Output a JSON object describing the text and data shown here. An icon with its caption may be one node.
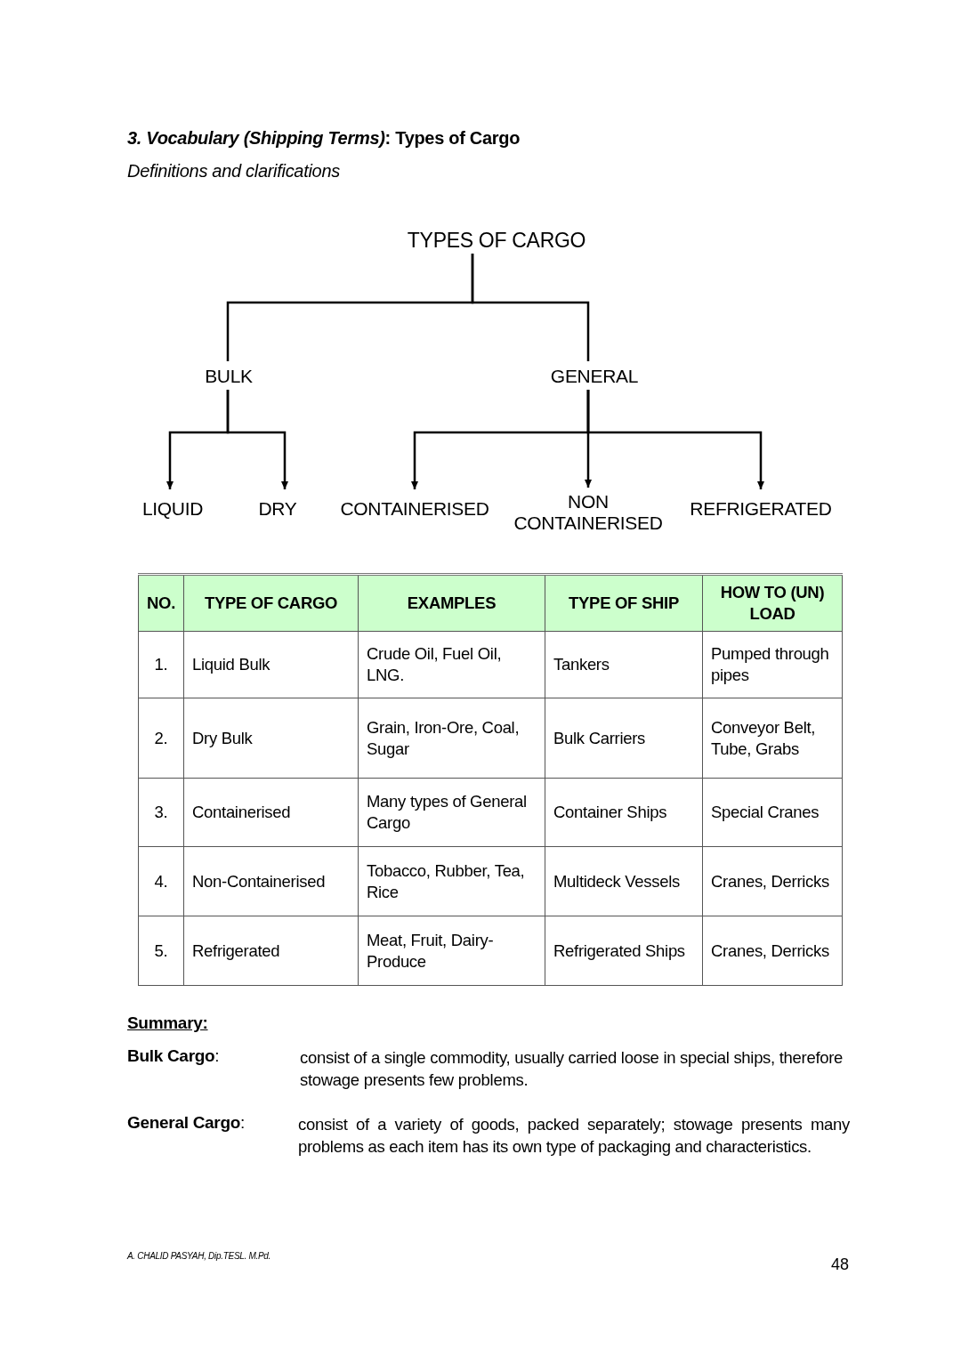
{
  "diagram": {
    "title": "*3. Vocabulary (Shipping Terms)*:  Types of Cargo",
    "nodes": [
      {
        "text": [
          "TYPES OF CARGO"
        ]
      },
      {
        "text": [
          "BULK"
        ]
      },
      {
        "text": [
          "GENERAL"
        ]
      },
      {
        "text": [
          "LIQUID"
        ]
      },
      {
        "text": [
          "DRY"
        ]
      },
      {
        "text": [
          "CONTAINERISED"
        ]
      },
      {
        "text": [
          "NON CONTAINERISED"
        ]
      },
      {
        "text": [
          "REFRIGERATED"
        ]
      }
    ],
    "edges": [
      {
        "from": 0,
        "to": 1,
        "arrow": "none"
      },
      {
        "from": 0,
        "to": 2,
        "arrow": "none"
      },
      {
        "from": 1,
        "to": 3,
        "arrow": "to"
      },
      {
        "from": 1,
        "to": 4,
        "arrow": "to"
      },
      {
        "from": 2,
        "to": 5,
        "arrow": "to"
      },
      {
        "from": 2,
        "to": 6,
        "arrow": "to"
      },
      {
        "from": 2,
        "to": 7,
        "arrow": "to"
      }
    ],
    "labels": [
      "Definitions and clarifications",
      "NO.",
      "TYPE OF CARGO",
      "EXAMPLES",
      "TYPE OF SHIP",
      "HOW TO (UN) LOAD",
      "1.",
      "Liquid Bulk",
      "Crude Oil, Fuel Oil, LNG.",
      "Tankers",
      "Pumped through pipes",
      "2.",
      "Dry Bulk",
      "Grain, Iron-Ore, Coal, Sugar",
      "Bulk Carriers",
      "Conveyor Belt, Tube, Grabs",
      "3.",
      "Containerised",
      "Many types of General Cargo",
      "Container Ships",
      "Special Cranes",
      "4.",
      "Non-Containerised",
      "Tobacco, Rubber, Tea, Rice",
      "Multideck Vessels",
      "Cranes, Derricks",
      "5.",
      "Refrigerated",
      "Meat, Fruit, Dairy-Produce",
      "Refrigerated Ships",
      "Cranes, Derricks",
      "Summary:",
      "**Bulk Cargo**:",
      "consist of a single commodity, usually carried loose in special ships, therefore stowage presents few problems.",
      "**General Cargo**:",
      "consist of a variety of goods, packed separately; stowage presents many problems as each item has its own type of packaging and characteristics.",
      "A. CHALID PASYAH, Dip.TESL. M.Pd.",
      "48"
    ]
  }
}
